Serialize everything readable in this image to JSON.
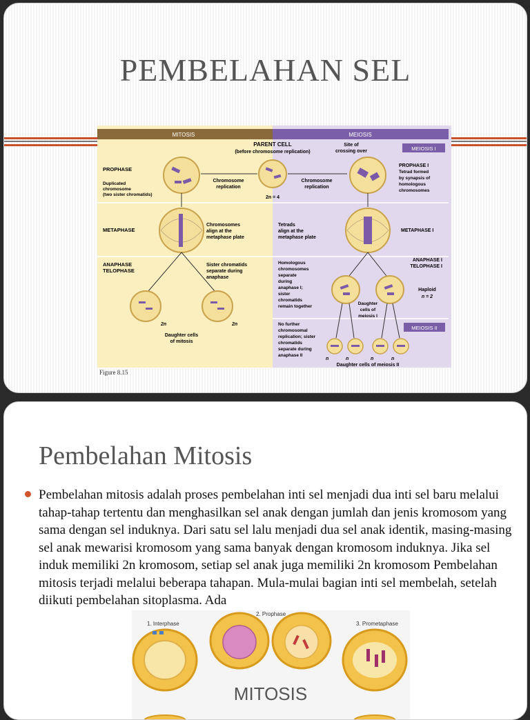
{
  "slide1": {
    "title": "PEMBELAHAN SEL",
    "figure": {
      "header_left": "MITOSIS",
      "header_right": "MEIOSIS",
      "parent_cell": "PARENT CELL",
      "parent_cell_sub": "(before chromosome replication)",
      "site_crossing": "Site of",
      "site_crossing2": "crossing over",
      "meiosis1_badge": "MEIOSIS I",
      "meiosis2_badge": "MEIOSIS II",
      "prophase": "PROPHASE",
      "dup_chrom1": "Duplicated",
      "dup_chrom2": "chromosome",
      "dup_chrom3": "(two sister chromatids)",
      "chrom_rep_left1": "Chromosome",
      "chrom_rep_left2": "replication",
      "chrom_rep_right1": "Chromosome",
      "chrom_rep_right2": "replication",
      "two_n_4": "2n = 4",
      "prophase1": "PROPHASE I",
      "prophase1_desc1": "Tetrad formed",
      "prophase1_desc2": "by synapsis of",
      "prophase1_desc3": "homologous",
      "prophase1_desc4": "chromosomes",
      "metaphase": "METAPHASE",
      "chrom_align1": "Chromosomes",
      "chrom_align2": "align at the",
      "chrom_align3": "metaphase plate",
      "tetrads1": "Tetrads",
      "tetrads2": "align at the",
      "tetrads3": "metaphase plate",
      "metaphase1": "METAPHASE I",
      "anaphase": "ANAPHASE",
      "telophase": "TELOPHASE",
      "sister1": "Sister chromatids",
      "sister2": "separate during",
      "sister3": "anaphase",
      "anaphase1": "ANAPHASE I",
      "telophase1": "TELOPHASE I",
      "homol1": "Homologous",
      "homol2": "chromosomes",
      "homol3": "separate",
      "homol4": "during",
      "homol5": "anaphase I;",
      "homol6": "sister",
      "homol7": "chromatids",
      "homol8": "remain together",
      "haploid1": "Haploid",
      "haploid2": "n = 2",
      "daughter_m1_1": "Daughter",
      "daughter_m1_2": "cells of",
      "daughter_m1_3": "meiosis I",
      "two_n_a": "2n",
      "two_n_b": "2n",
      "daughter_mit1": "Daughter cells",
      "daughter_mit2": "of mitosis",
      "nofurther1": "No further",
      "nofurther2": "chromosomal",
      "nofurther3": "replication; sister",
      "nofurther4": "chromatids",
      "nofurther5": "separate during",
      "nofurther6": "anaphase II",
      "n_label": "n",
      "daughter_m2": "Daughter cells of meiosis II"
    },
    "caption": "Figure 8.15"
  },
  "slide2": {
    "title": "Pembelahan Mitosis",
    "body": "Pembelahan mitosis adalah proses pembelahan inti sel menjadi dua inti sel baru melalui tahap-tahap tertentu dan menghasilkan sel anak dengan jumlah dan jenis kromosom yang sama dengan sel induknya. Dari satu sel lalu menjadi dua sel anak identik, masing-masing sel anak mewarisi kromosom yang sama banyak dengan kromosom induknya. Jika sel induk memiliki 2n kromosom, setiap sel anak juga memiliki 2n kromosom Pembelahan mitosis terjadi melalui beberapa tahapan. Mula-mulai bagian inti sel membelah, setelah diikuti pembelahan sitoplasma. Ada",
    "image": {
      "stage1": "1. Interphase",
      "stage2": "2. Prophase",
      "stage3": "3. Prometaphase",
      "label": "MITOSIS"
    }
  },
  "colors": {
    "band_orange": "#c8502a",
    "band_gray": "#777777",
    "mitosis_header": "#8a6a3b",
    "meiosis_header": "#7a5fa8",
    "mitosis_bg": "#fbefc0",
    "meiosis_bg": "#e2d8ee",
    "bullet": "#d2552a"
  }
}
